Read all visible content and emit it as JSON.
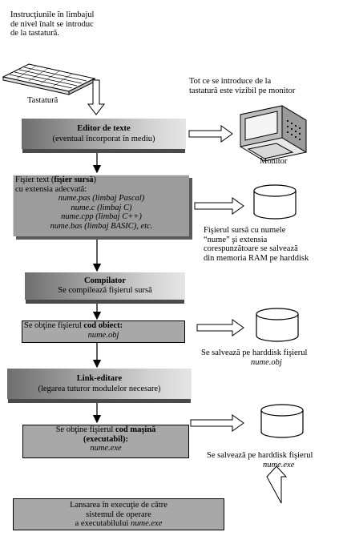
{
  "keyboard_note": [
    "Instrucţiunile în limbajul",
    "de nivel înalt se introduc",
    "de la tastatură."
  ],
  "keyboard_label": "Tastatură",
  "monitor_note": [
    "Tot ce se introduce de la",
    "tastatură este vizibil pe monitor"
  ],
  "monitor_label": "Monitor",
  "editor": {
    "title": "Editor de texte",
    "subtitle": "(eventual încorporat în mediu)"
  },
  "source_file": {
    "line1_pre": "Fişier text (",
    "line1_bold": "fişier sursă",
    "line1_post": ")",
    "line2": "cu extensia adecvată:",
    "items": [
      "nume.pas (limbaj Pascal)",
      "nume.c (limbaj C)",
      "nume.cpp (limbaj C++)",
      "nume.bas (limbaj BASIC), etc."
    ]
  },
  "source_save_note": [
    "Fişierul sursă cu numele",
    "“nume” şi extensia",
    "corespunzătoare se salvează",
    "din memoria RAM pe harddisk"
  ],
  "compiler": {
    "title": "Compilator",
    "subtitle": "Se compilează fişierul sursă"
  },
  "object_file": {
    "line1_pre": "Se obţine fişierul ",
    "line1_bold": "cod obiect:",
    "filename": "nume.obj"
  },
  "object_save_note": {
    "line1": "Se salvează pe harddisk fişierul",
    "filename": "nume.obj"
  },
  "linker": {
    "title": "Link-editare",
    "subtitle": "(legarea tuturor modulelor necesare)"
  },
  "exe_file": {
    "line1_pre": "Se obţine fişierul ",
    "line1_bold": "cod maşină",
    "line2": "(executabil):",
    "filename": "nume.exe"
  },
  "exe_save_note": {
    "line1": "Se salvează pe harddisk fişierul",
    "filename": "nume.exe"
  },
  "execute": {
    "line1": "Lansarea în execuţie de către",
    "line2": "sistemul de operare",
    "line3_pre": "a executabilului ",
    "line3_italic": "nume.exe"
  }
}
